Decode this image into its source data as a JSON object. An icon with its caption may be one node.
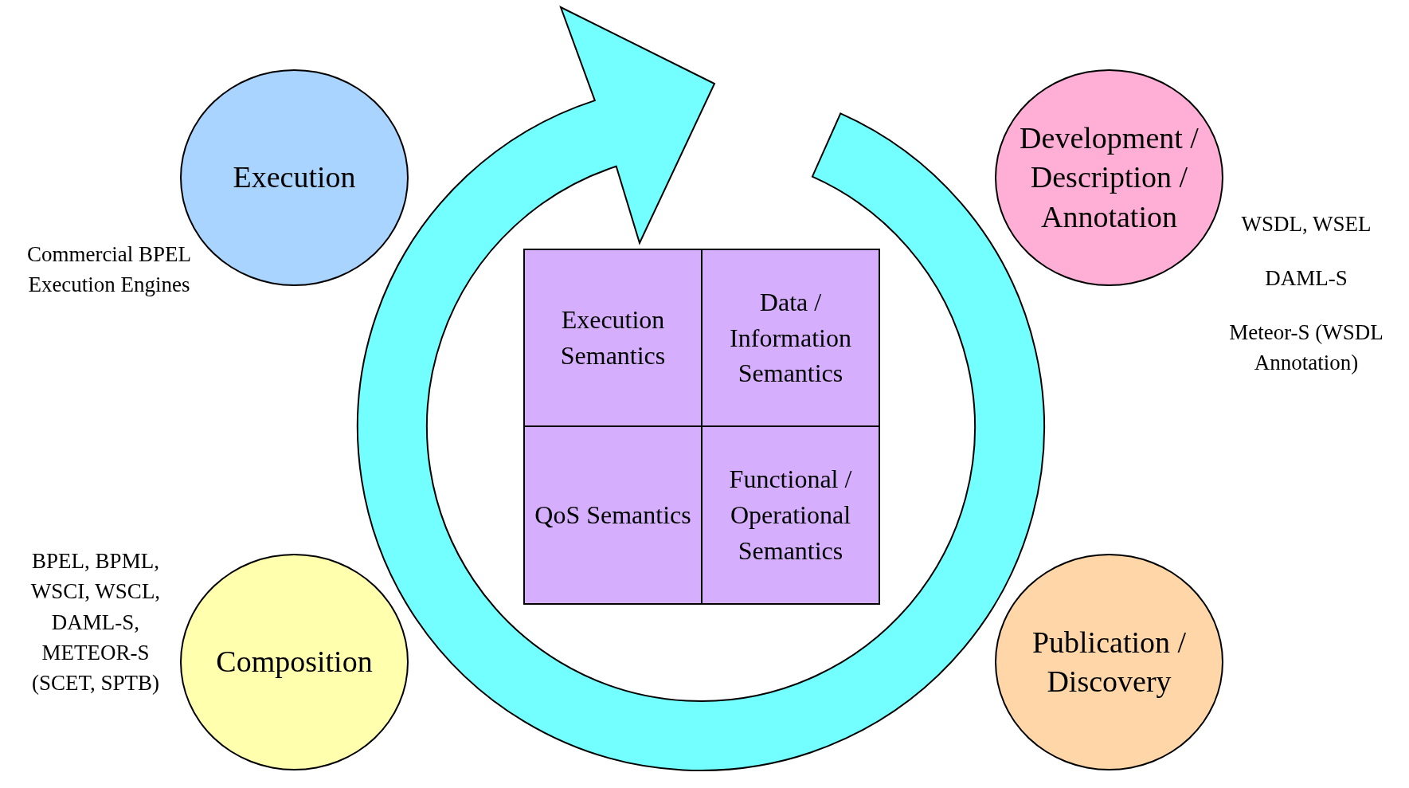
{
  "diagram": {
    "nodes": [
      {
        "text": [
          "Execution"
        ],
        "beside": [
          "Commercial BPEL Execution Engines"
        ]
      },
      {
        "text": [
          "Development / Description / Annotation"
        ],
        "beside": [
          "WSDL, WSEL",
          "DAML-S",
          "Meteor-S (WSDL Annotation)"
        ]
      },
      {
        "text": [
          "Execution Semantics"
        ]
      },
      {
        "text": [
          "Data / Information Semantics"
        ]
      },
      {
        "text": [
          "QoS Semantics"
        ]
      },
      {
        "text": [
          "Functional / Operational Semantics"
        ]
      },
      {
        "text": [
          "Composition"
        ],
        "beside": [
          "BPEL, BPML, WSCI, WSCL, DAML-S, METEOR-S (SCET, SPTB)"
        ]
      },
      {
        "text": [
          "Publication / Discovery"
        ]
      }
    ],
    "edges": []
  }
}
